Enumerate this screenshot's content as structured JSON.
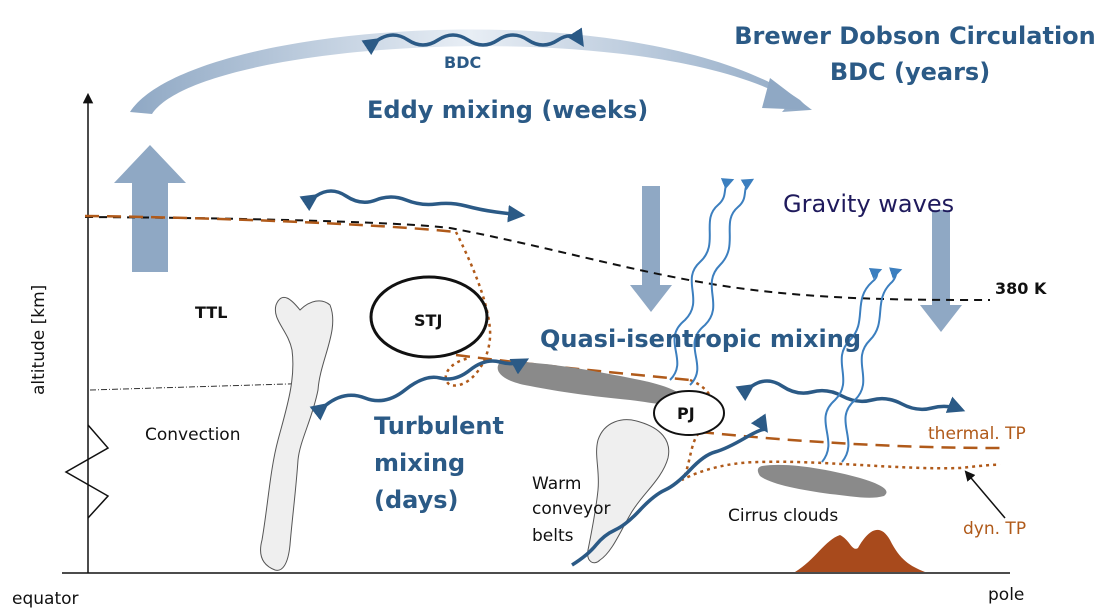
{
  "labels": {
    "bdc_small": "BDC",
    "bdc_title_1": "Brewer Dobson Circulation",
    "bdc_title_2": "BDC (years)",
    "eddy_mixing": "Eddy mixing (weeks)",
    "gravity_waves": "Gravity waves",
    "isentrope": "380 K",
    "ttl": "TTL",
    "stj": "STJ",
    "pj": "PJ",
    "quasi_isentropic": "Quasi-isentropic mixing",
    "turbulent_1": "Turbulent",
    "turbulent_2": "mixing",
    "turbulent_3": "(days)",
    "convection": "Convection",
    "warm_1": "Warm",
    "warm_2": "conveyor",
    "warm_3": "belts",
    "cirrus": "Cirrus clouds",
    "thermal_tp": "thermal. TP",
    "dyn_tp": "dyn. TP",
    "y_axis": "altitude [km]",
    "x_left": "equator",
    "x_right": "pole"
  },
  "colors": {
    "text_blue": "#2b5a86",
    "text_navy": "#1f1a5c",
    "wavy_arrow": "#2b5a86",
    "thin_wave": "#3c7fbf",
    "big_arrow": "#8fa8c4",
    "tropopause": "#b05a1a",
    "mountain": "#a84a1c",
    "cloud_fill": "#efefef",
    "cirrus_fill": "#8a8a8a"
  }
}
